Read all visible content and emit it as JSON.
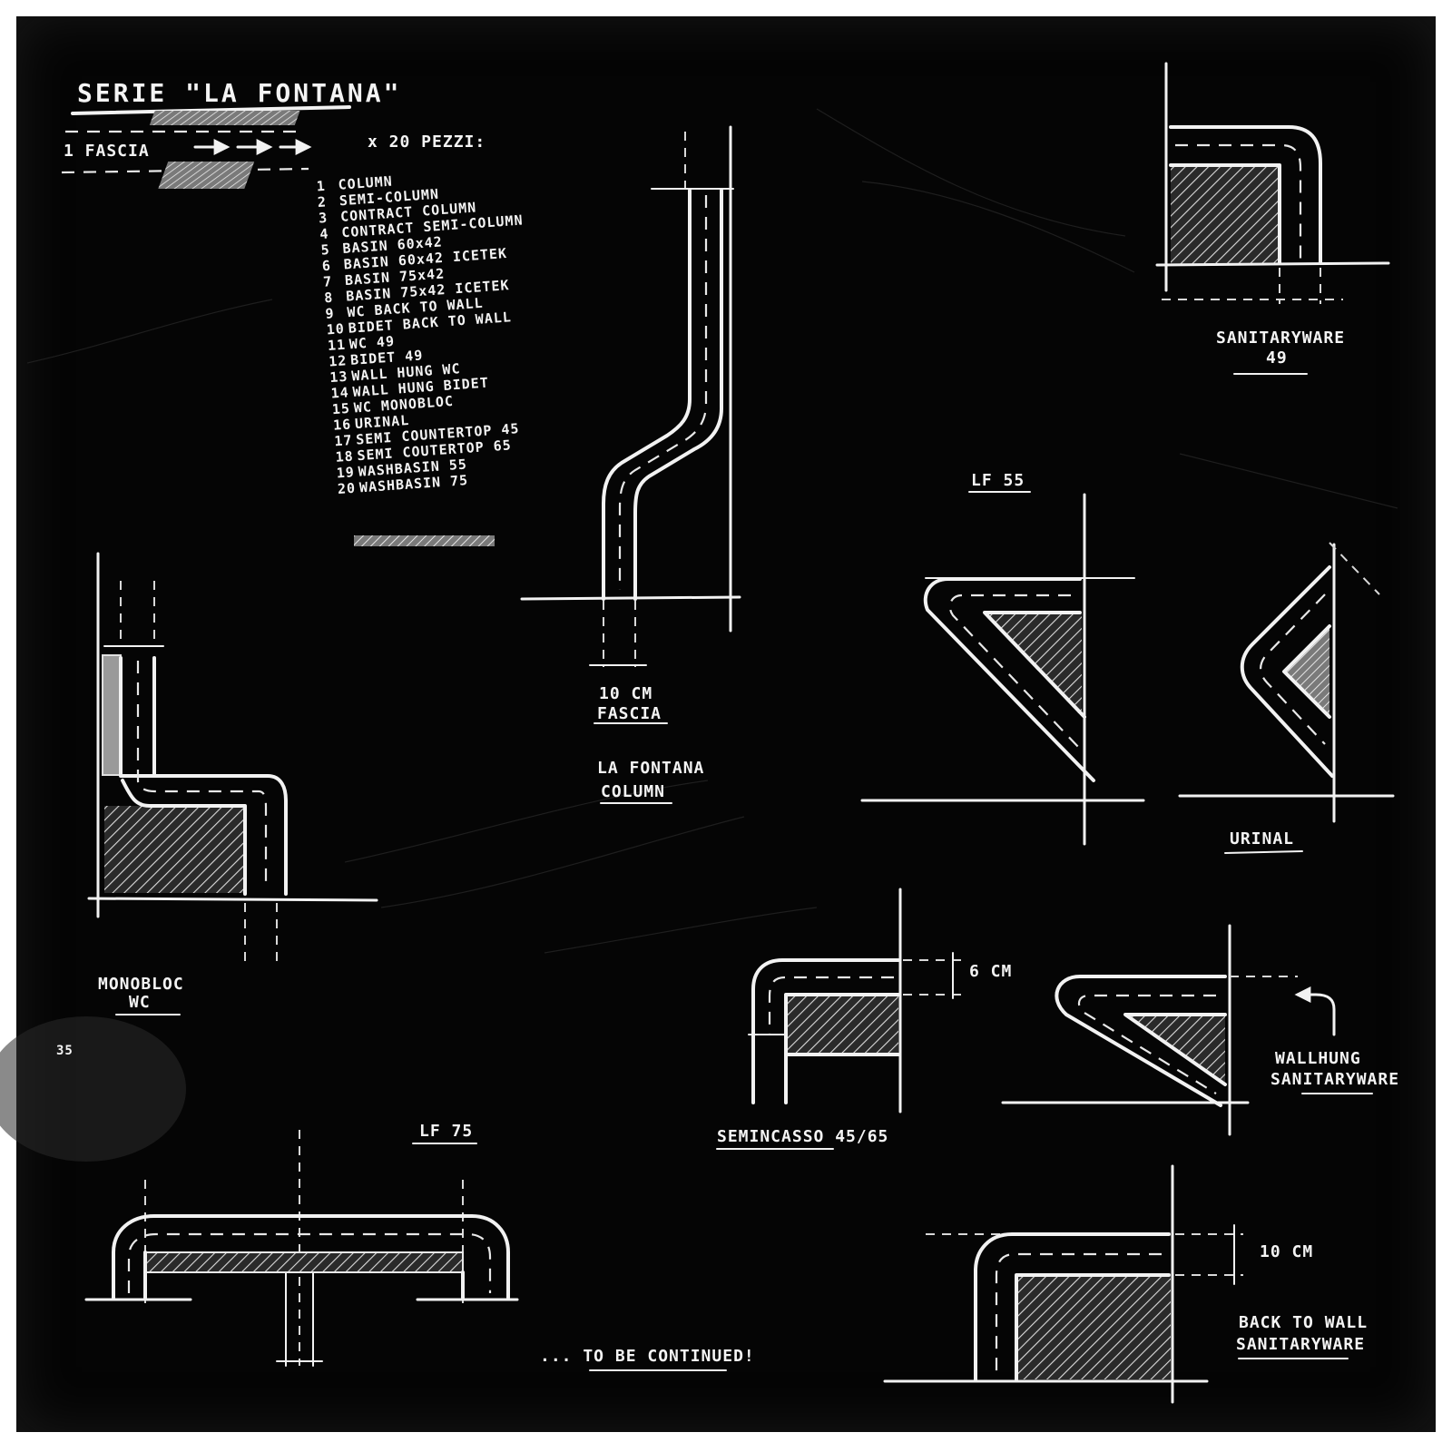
{
  "heading": {
    "title": "SERIE \"LA FONTANA\"",
    "fascia": "1 FASCIA",
    "pieces_count": "x 20 PEZZI:"
  },
  "pieces": [
    {
      "num": "1",
      "name": "COLUMN"
    },
    {
      "num": "2",
      "name": "SEMI-COLUMN"
    },
    {
      "num": "3",
      "name": "CONTRACT COLUMN"
    },
    {
      "num": "4",
      "name": "CONTRACT SEMI-COLUMN"
    },
    {
      "num": "5",
      "name": "BASIN 60x42"
    },
    {
      "num": "6",
      "name": "BASIN 60x42   ICETEK"
    },
    {
      "num": "7",
      "name": "BASIN 75x42"
    },
    {
      "num": "8",
      "name": "BASIN 75x42 ICETEK"
    },
    {
      "num": "9",
      "name": "WC  BACK TO WALL"
    },
    {
      "num": "10",
      "name": "BIDET BACK TO WALL"
    },
    {
      "num": "11",
      "name": "WC 49"
    },
    {
      "num": "12",
      "name": "BIDET 49"
    },
    {
      "num": "13",
      "name": "WALL HUNG WC"
    },
    {
      "num": "14",
      "name": "WALL HUNG BIDET"
    },
    {
      "num": "15",
      "name": "WC MONOBLOC"
    },
    {
      "num": "16",
      "name": "URINAL"
    },
    {
      "num": "17",
      "name": "SEMI COUNTERTOP  45"
    },
    {
      "num": "18",
      "name": "SEMI COUTERTOP  65"
    },
    {
      "num": "19",
      "name": "WASHBASIN 55"
    },
    {
      "num": "20",
      "name": "WASHBASIN 75"
    }
  ],
  "labels": {
    "column_dim": "10 CM",
    "column_fascia": "FASCIA",
    "column_name_1": "LA FONTANA",
    "column_name_2": "COLUMN",
    "sanitaryware_49_1": "SANITARYWARE",
    "sanitaryware_49_2": "49",
    "lf55": "LF 55",
    "urinal": "URINAL",
    "monobloc_1": "MONOBLOC",
    "monobloc_2": "WC",
    "semincasso": "SEMINCASSO 45/65",
    "semincasso_dim": "6 CM",
    "wallhung_1": "WALLHUNG",
    "wallhung_2": "SANITARYWARE",
    "lf75": "LF 75",
    "continued": "... TO BE CONTINUED!",
    "backtowall_dim": "10 CM",
    "backtowall_1": "BACK TO WALL",
    "backtowall_2": "SANITARYWARE",
    "corner_mark": "35"
  },
  "colors": {
    "board": "#050505",
    "chalk": "#f2f2f2",
    "frame": "#ffffff"
  }
}
